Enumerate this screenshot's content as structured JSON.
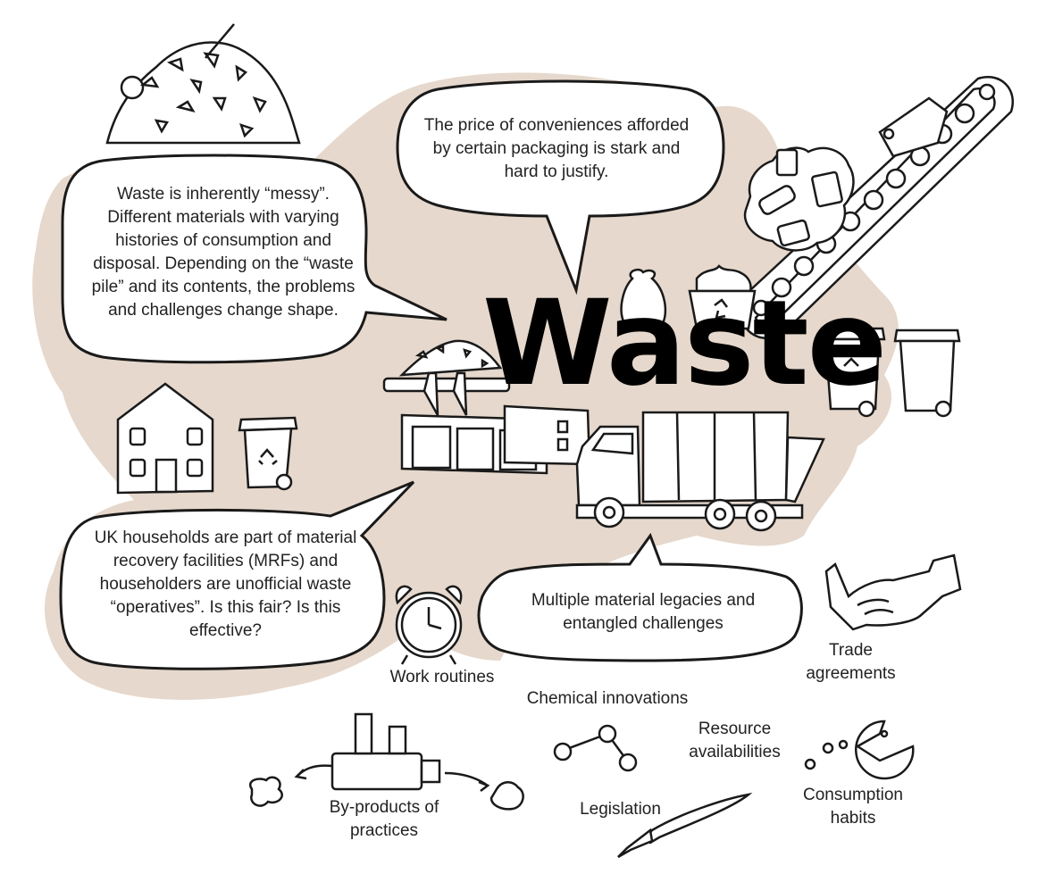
{
  "title": "Waste",
  "bubbles": {
    "messy": "Waste is inherently “messy”. Different materials with varying histories of consumption and disposal. Depending on the “waste pile” and its contents, the problems and challenges change shape.",
    "packaging": "The price of conveniences afforded by certain packaging is stark and hard to justify.",
    "households": "UK households are part of material recovery facilities (MRFs) and householders are unofficial waste “operatives”. Is this fair? Is this effective?",
    "legacies": "Multiple material legacies and entangled challenges"
  },
  "labels": {
    "work_routines": "Work routines",
    "chemical_innovations": "Chemical innovations",
    "trade_agreements": "Trade agreements",
    "resource_availabilities": "Resource availabilities",
    "byproducts": "By-products of practices",
    "legislation": "Legislation",
    "consumption_habits": "Consumption habits"
  },
  "colors": {
    "background_blob": "#e6d8cc",
    "ink": "#1a1a1a",
    "bubble_fill": "#ffffff"
  },
  "icons": [
    "waste-pile-icon",
    "conveyor-belt-icon",
    "rubbish-bag-icon",
    "recycling-box-icon",
    "wheelie-bin-icon",
    "house-icon",
    "factory-icon",
    "garbage-truck-icon",
    "alarm-clock-icon",
    "molecule-icon",
    "handshake-icon",
    "pacman-icon",
    "pen-nib-icon"
  ]
}
